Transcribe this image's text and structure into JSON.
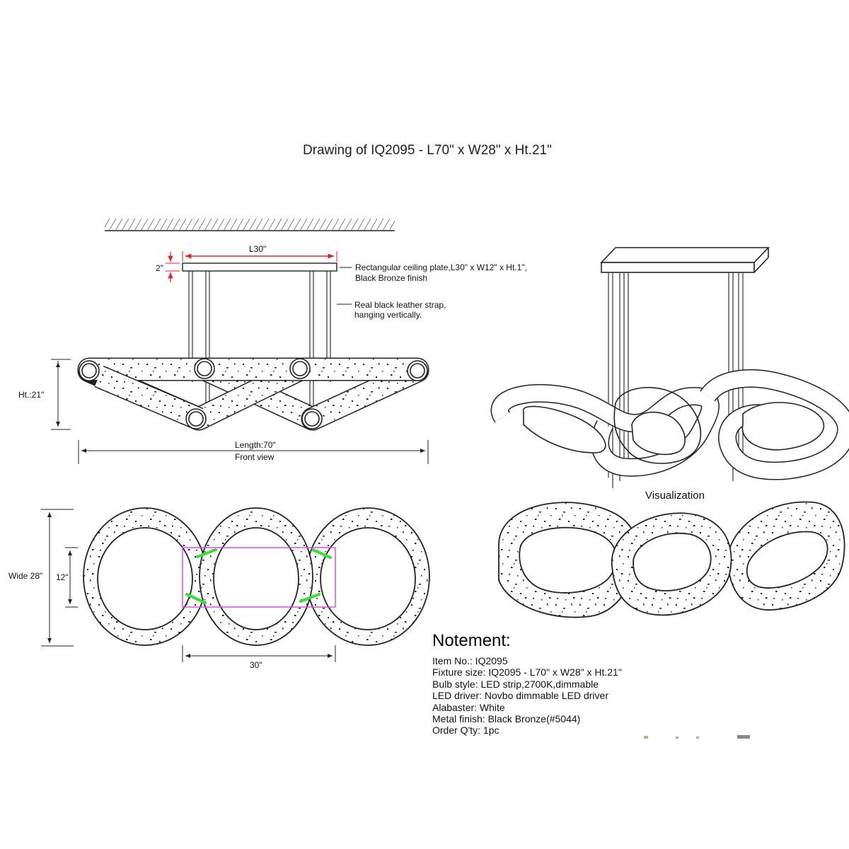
{
  "title": "Drawing of IQ2095 - L70\" x W28\" x Ht.21\"",
  "front_view": {
    "plate_length": "L30\"",
    "plate_height": "2\"",
    "plate_callout_line1": "Rectangular ceiling plate,L30\" x W12\" x Ht.1\",",
    "plate_callout_line2": "Black Bronze finish",
    "strap_callout_line1": "Real black leather strap,",
    "strap_callout_line2": "hanging vertically.",
    "height": "Ht.:21\"",
    "length": "Length:70\"",
    "view_name": "Front view"
  },
  "top_view": {
    "width": "Wide 28\"",
    "inner_width": "12\"",
    "inner_length": "30\""
  },
  "visualization_label": "Visualization",
  "notement": {
    "heading": "Notement:",
    "lines": [
      "Item No.: IQ2095",
      "Fixture size: IQ2095 - L70\" x W28\" x Ht.21\"",
      "Bulb style: LED strip,2700K,dimmable",
      "LED driver: Novbo dimmable LED driver",
      "Alabaster: White",
      "Metal finish: Black Bronze(#5044)",
      "Order Q'ty: 1pc"
    ]
  },
  "colors": {
    "dimension_red": "#e0202a",
    "plate_outline_magenta": "#e040e0",
    "strap_green": "#3ddc3d"
  }
}
